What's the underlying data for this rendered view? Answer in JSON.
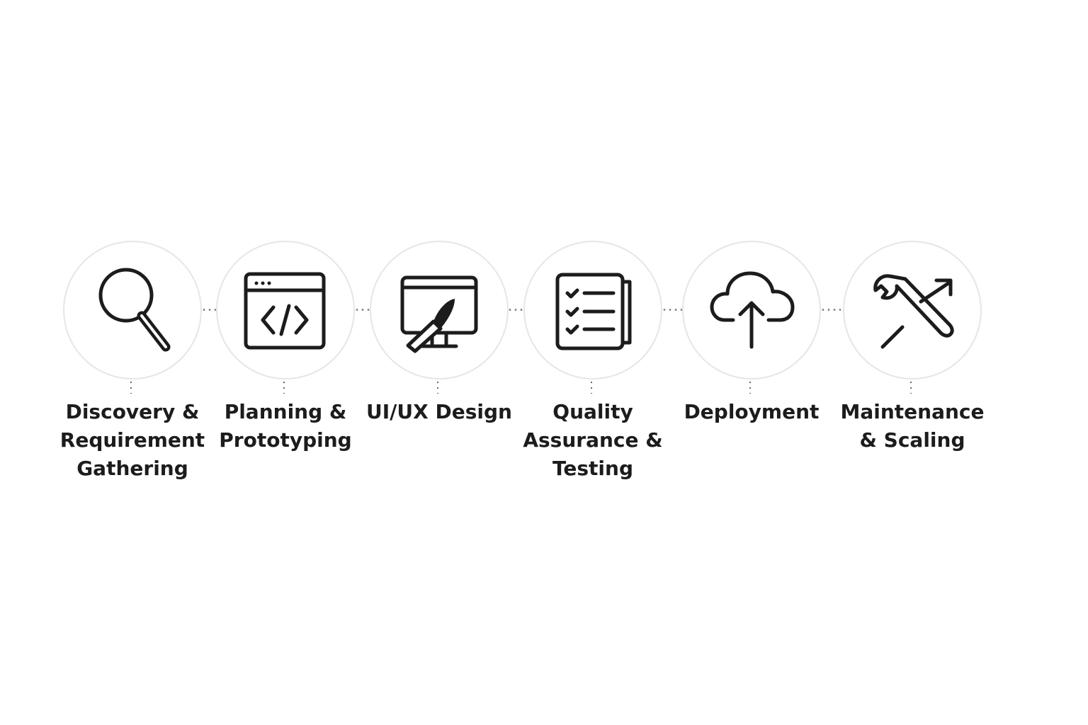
{
  "steps": [
    {
      "label": "Discovery &\nRequirement\nGathering",
      "icon": "magnifying-glass-icon"
    },
    {
      "label": "Planning &\nPrototyping",
      "icon": "code-window-icon"
    },
    {
      "label": "UI/UX Design",
      "icon": "monitor-brush-icon"
    },
    {
      "label": "Quality\nAssurance &\nTesting",
      "icon": "checklist-icon"
    },
    {
      "label": "Deployment",
      "icon": "cloud-upload-icon"
    },
    {
      "label": "Maintenance\n& Scaling",
      "icon": "wrench-arrow-icon"
    }
  ],
  "colors": {
    "icon_stroke": "#1c1c1c",
    "circle_border": "#e6e6e6",
    "text": "#1c1c1c",
    "dots": "#777777"
  }
}
